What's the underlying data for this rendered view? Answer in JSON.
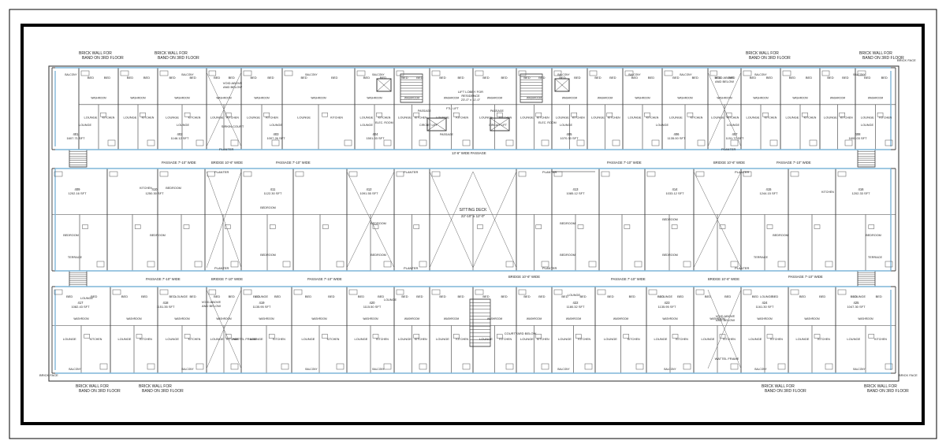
{
  "corner_notes": {
    "brick_wall_line1": "BRICK WALL FOR",
    "brick_wall_line2": "BAND ON 3RD FLOOR",
    "brick_face": "BRICK FACE"
  },
  "passages": {
    "passage_7_10": "PASSAGE 7'-10\" WIDE",
    "bridge_10_6": "BRIDGE 10'-6\" WIDE",
    "bridge_7_10": "BRIDGE 7'-10\" WIDE",
    "wide_passage_13_6": "13'-6\" WIDE PASSAGE",
    "planter": "PLANTER"
  },
  "center": {
    "sitting_deck": "SITTING DECK",
    "sitting_deck_size": "22'-10\" x 12'-0\"",
    "lift_lobby_line1": "LIFT LOBBY FOR",
    "lift_lobby_line2": "RESIDENCE",
    "lift_lobby_size": "23'-0\" x 11'-0\"",
    "electric_room": "ELEC. ROOM",
    "circuit_lift": "CIRCUIT LIFT",
    "passage": "PASSAGE",
    "fire_lift": "FTL. LIFT"
  },
  "courts": {
    "void_above_below_1": "VOID ABOVE",
    "void_above_below_2": "AND BELOW",
    "sirkin_court": "SIRKIN COURT",
    "wattle_frame": "WATTEL FRAME",
    "courtyard": "COURTYARD BELOW"
  },
  "room_labels": {
    "bed": "BED",
    "lounge": "LOUNGE",
    "kitchen": "KITCHEN",
    "washroom": "WASHROOM",
    "bedroom": "BEDROOM",
    "terrace": "TERRACE",
    "balcony": "BALCONY",
    "dress": "DRESS"
  },
  "units_top": [
    {
      "no": "401",
      "area": "1607.71 SFT"
    },
    {
      "no": "402",
      "area": "1146.12 SFT"
    },
    {
      "no": "403",
      "area": "1007.26 SFT"
    },
    {
      "no": "404",
      "area": "1501.03 SFT"
    },
    {
      "no": "405",
      "area": "1070.30 SFT"
    },
    {
      "no": "406",
      "area": "1135.00 SFT"
    },
    {
      "no": "407",
      "area": "1151.72 SFT"
    },
    {
      "no": "408",
      "area": "1600.03 SFT"
    }
  ],
  "units_mid": [
    {
      "no": "409",
      "area": "1202.16 SFT"
    },
    {
      "no": "410",
      "area": "1250.30 SFT"
    },
    {
      "no": "411",
      "area": "1122.30 SFT"
    },
    {
      "no": "412",
      "area": "1091.55 SFT"
    },
    {
      "no": "413",
      "area": "1085.12 SFT"
    },
    {
      "no": "414",
      "area": "1033.12 SFT"
    },
    {
      "no": "415",
      "area": "1244.15 SFT"
    },
    {
      "no": "416",
      "area": "1202.33 SFT"
    }
  ],
  "units_bottom": [
    {
      "no": "417",
      "area": "1082.43 SFT"
    },
    {
      "no": "418",
      "area": "1151.35 SFT"
    },
    {
      "no": "419",
      "area": "1135.95 SFT"
    },
    {
      "no": "420",
      "area": "1115.50 SFT"
    },
    {
      "no": "422",
      "area": "1180.32 SFT"
    },
    {
      "no": "423",
      "area": "1135.95 SFT"
    },
    {
      "no": "424",
      "area": "1161.30 SFT"
    },
    {
      "no": "425",
      "area": "1047.30 SFT"
    }
  ],
  "colors": {
    "ink": "#1a1a1a",
    "wall": "#3c3c3c",
    "accent_blue": "#7fb6d9",
    "frame": "#000000"
  }
}
